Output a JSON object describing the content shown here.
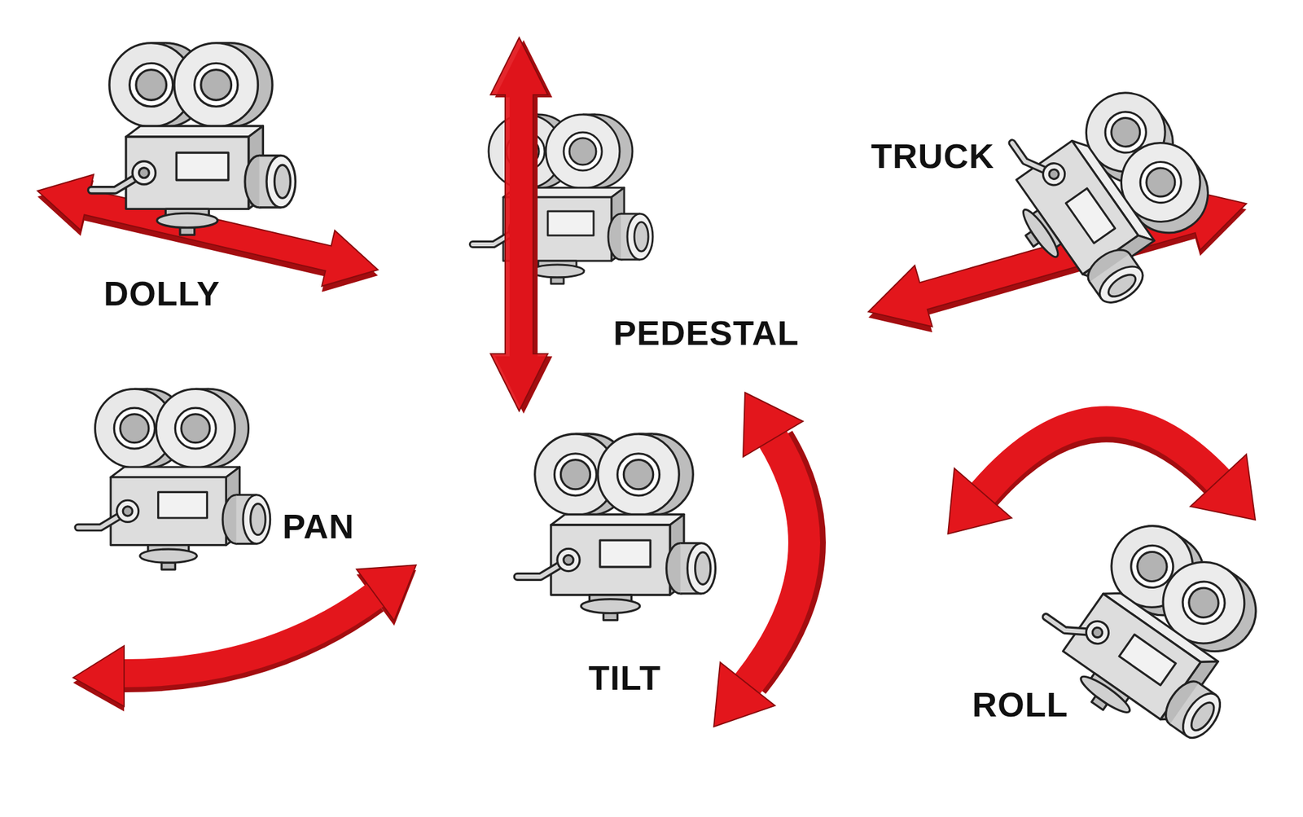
{
  "diagram": {
    "labels": [
      "DOLLY",
      "PEDESTAL",
      "TRUCK",
      "PAN",
      "TILT",
      "ROLL"
    ]
  }
}
